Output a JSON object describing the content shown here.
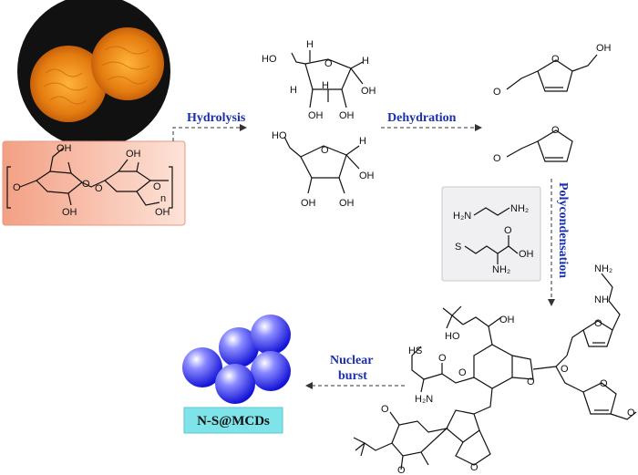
{
  "steps": {
    "hydrolysis": "Hydrolysis",
    "dehydration": "Dehydration",
    "polycondensation": "Polycondensation",
    "nuclear_burst_line1": "Nuclear",
    "nuclear_burst_line2": "burst"
  },
  "product_label": "N-S@MCDs",
  "chem_labels": {
    "OH": "OH",
    "HO": "HO",
    "H": "H",
    "O": "O",
    "n": "n",
    "H2N": "H₂N",
    "NH2": "NH₂",
    "S": "S",
    "HS": "HS",
    "NH": "NH"
  },
  "colors": {
    "step_label": "#1a2fb0",
    "cellulose_box": "#f6b8a4",
    "reagent_box": "#f0f0f2",
    "product_box": "#7fe3ea",
    "sphere": "#2b2bff",
    "flower": "#e98a12"
  }
}
